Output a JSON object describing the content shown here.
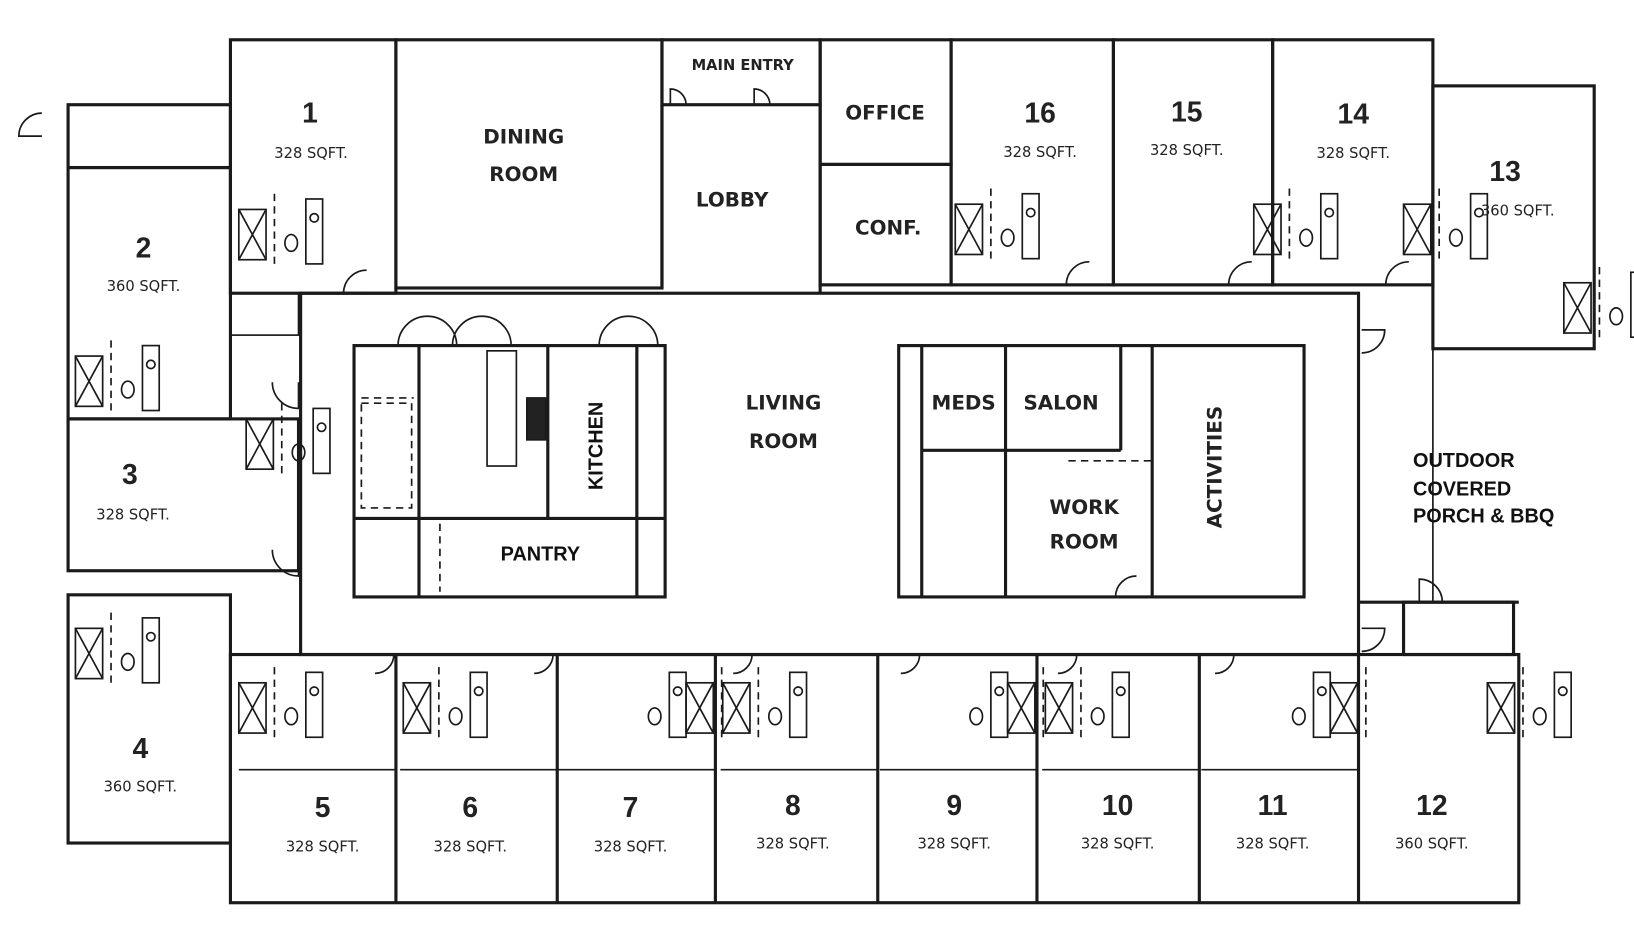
{
  "rooms": [
    {
      "number": "1",
      "area": "328 SQFT."
    },
    {
      "number": "2",
      "area": "360 SQFT."
    },
    {
      "number": "3",
      "area": "328 SQFT."
    },
    {
      "number": "4",
      "area": "360 SQFT."
    },
    {
      "number": "5",
      "area": "328 SQFT."
    },
    {
      "number": "6",
      "area": "328 SQFT."
    },
    {
      "number": "7",
      "area": "328 SQFT."
    },
    {
      "number": "8",
      "area": "328 SQFT."
    },
    {
      "number": "9",
      "area": "328 SQFT."
    },
    {
      "number": "10",
      "area": "328 SQFT."
    },
    {
      "number": "11",
      "area": "328 SQFT."
    },
    {
      "number": "12",
      "area": "360 SQFT."
    },
    {
      "number": "13",
      "area": "360 SQFT."
    },
    {
      "number": "14",
      "area": "328 SQFT."
    },
    {
      "number": "15",
      "area": "328 SQFT."
    },
    {
      "number": "16",
      "area": "328 SQFT."
    }
  ],
  "labels": {
    "main_entry": "MAIN ENTRY",
    "dining": [
      "DINING",
      "ROOM"
    ],
    "lobby": "LOBBY",
    "office": "OFFICE",
    "conf": "CONF.",
    "living": [
      "LIVING",
      "ROOM"
    ],
    "kitchen": "KITCHEN",
    "pantry": "PANTRY",
    "meds": "MEDS",
    "salon": "SALON",
    "work": [
      "WORK",
      "ROOM"
    ],
    "activities": "ACTIVITIES",
    "outdoor": [
      "OUTDOOR",
      "COVERED",
      "PORCH & BBQ"
    ]
  },
  "colors": {
    "line": "#1a1a1a",
    "background": "#ffffff"
  }
}
